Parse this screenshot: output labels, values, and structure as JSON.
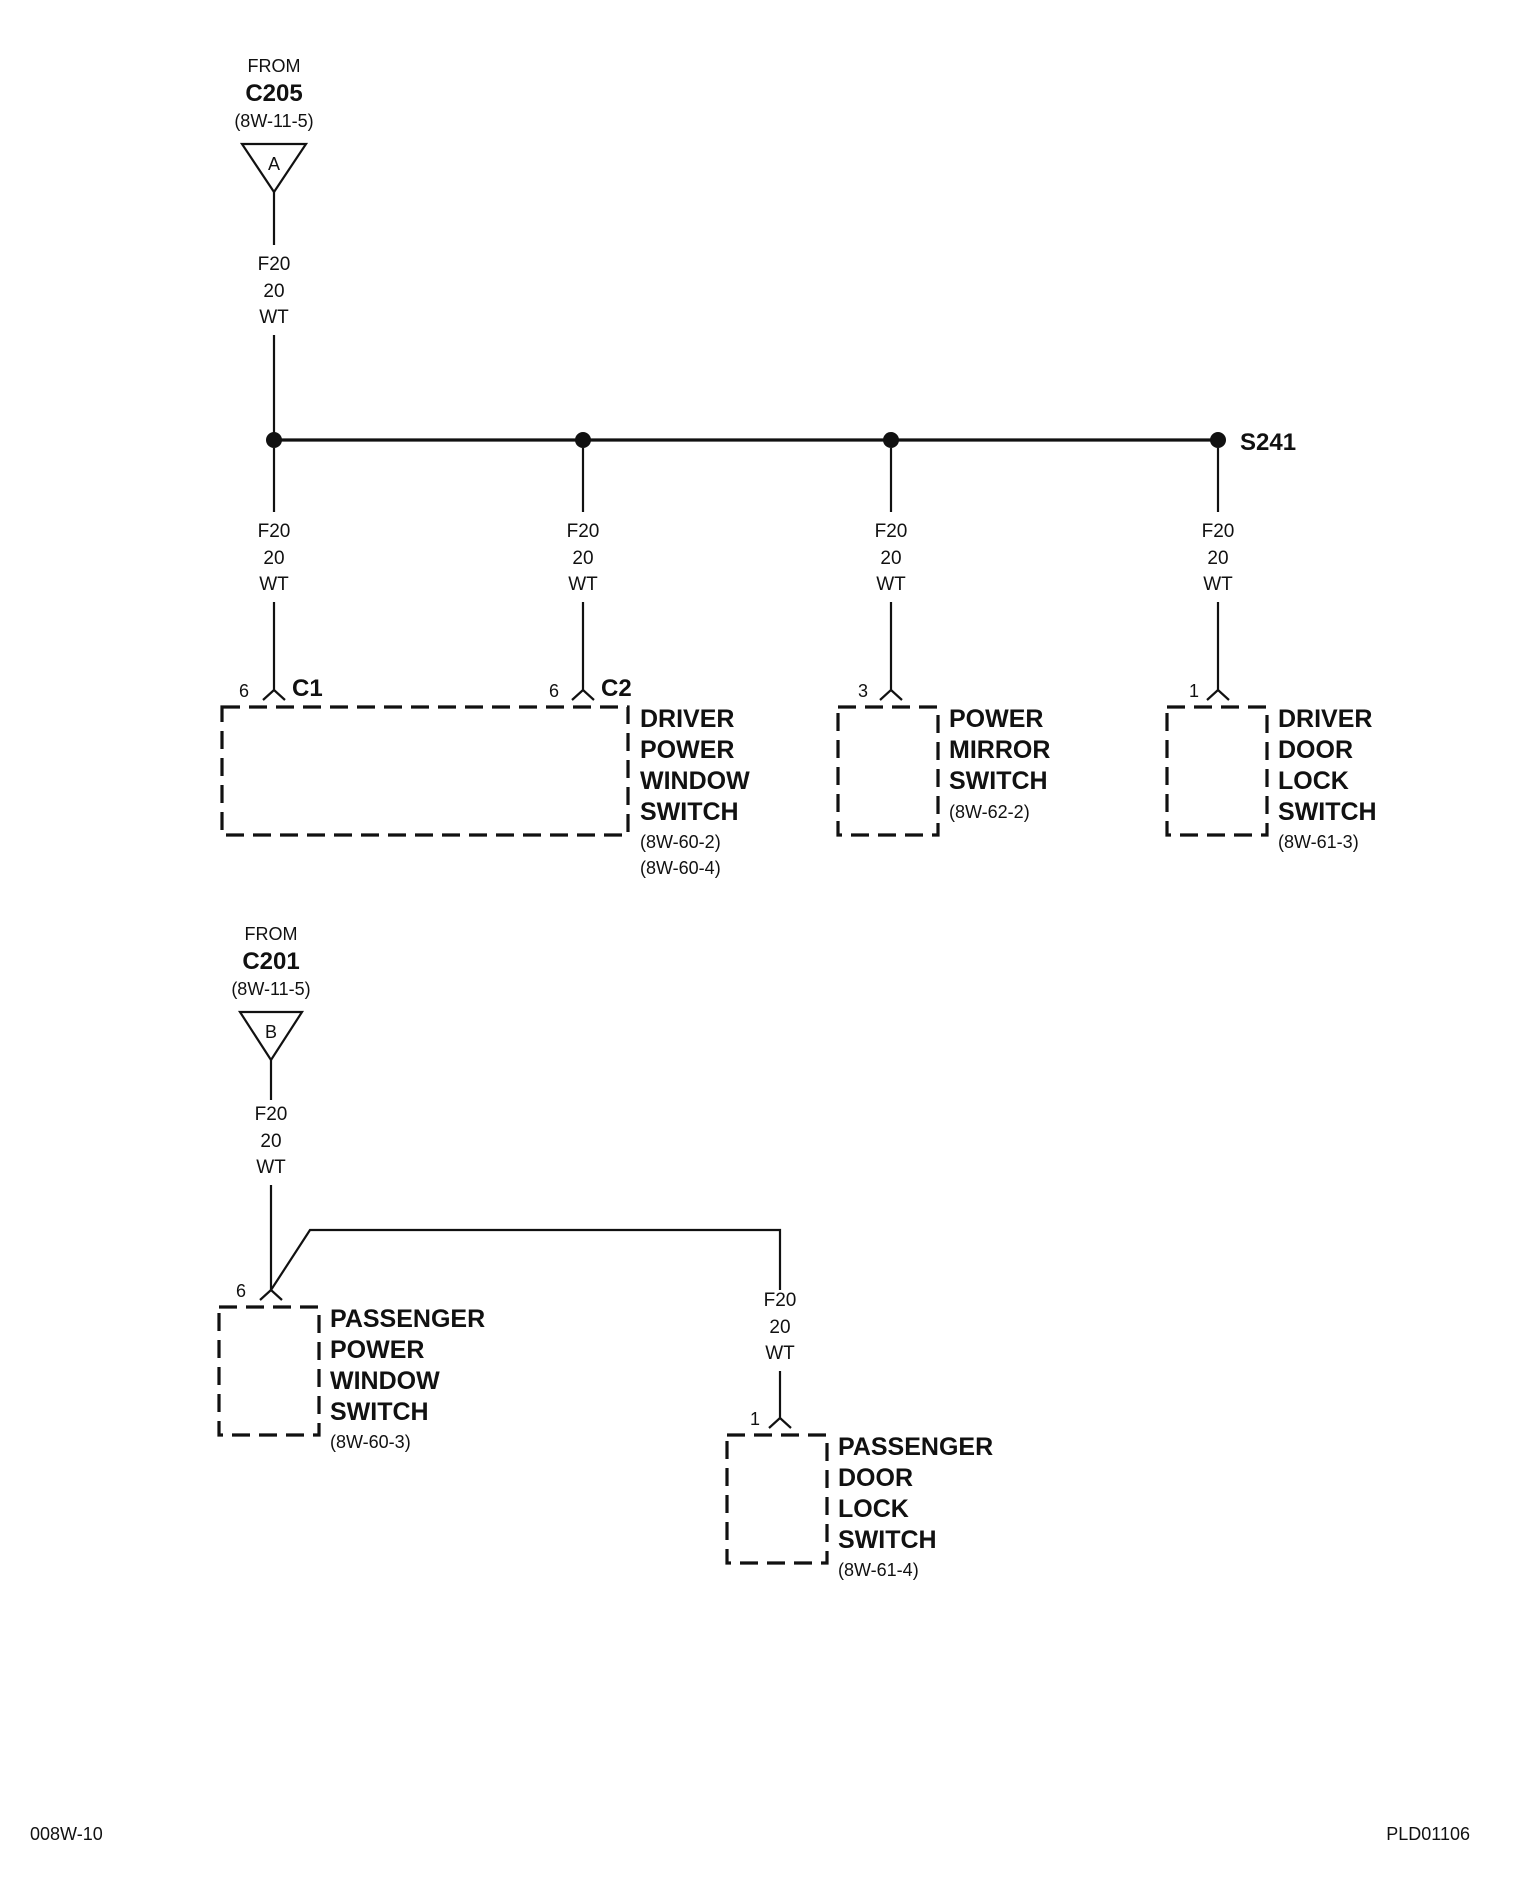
{
  "wire": {
    "code": "F20",
    "gauge": "20",
    "color": "WT"
  },
  "source_a": {
    "from": "FROM",
    "connector": "C205",
    "ref": "(8W-11-5)",
    "letter": "A"
  },
  "source_b": {
    "from": "FROM",
    "connector": "C201",
    "ref": "(8W-11-5)",
    "letter": "B"
  },
  "splice": {
    "name": "S241"
  },
  "driver_power_window_switch": {
    "lines": [
      "DRIVER",
      "POWER",
      "WINDOW",
      "SWITCH"
    ],
    "refs": [
      "(8W-60-2)",
      "(8W-60-4)"
    ],
    "c1": {
      "pin": "6",
      "connector": "C1"
    },
    "c2": {
      "pin": "6",
      "connector": "C2"
    }
  },
  "power_mirror_switch": {
    "lines": [
      "POWER",
      "MIRROR",
      "SWITCH"
    ],
    "refs": [
      "(8W-62-2)"
    ],
    "pin": "3"
  },
  "driver_door_lock_switch": {
    "lines": [
      "DRIVER",
      "DOOR",
      "LOCK",
      "SWITCH"
    ],
    "refs": [
      "(8W-61-3)"
    ],
    "pin": "1"
  },
  "passenger_power_window_switch": {
    "lines": [
      "PASSENGER",
      "POWER",
      "WINDOW",
      "SWITCH"
    ],
    "refs": [
      "(8W-60-3)"
    ],
    "pin": "6"
  },
  "passenger_door_lock_switch": {
    "lines": [
      "PASSENGER",
      "DOOR",
      "LOCK",
      "SWITCH"
    ],
    "refs": [
      "(8W-61-4)"
    ],
    "pin": "1"
  },
  "footer": {
    "page": "008W-10",
    "figure_id": "PLD01106"
  }
}
